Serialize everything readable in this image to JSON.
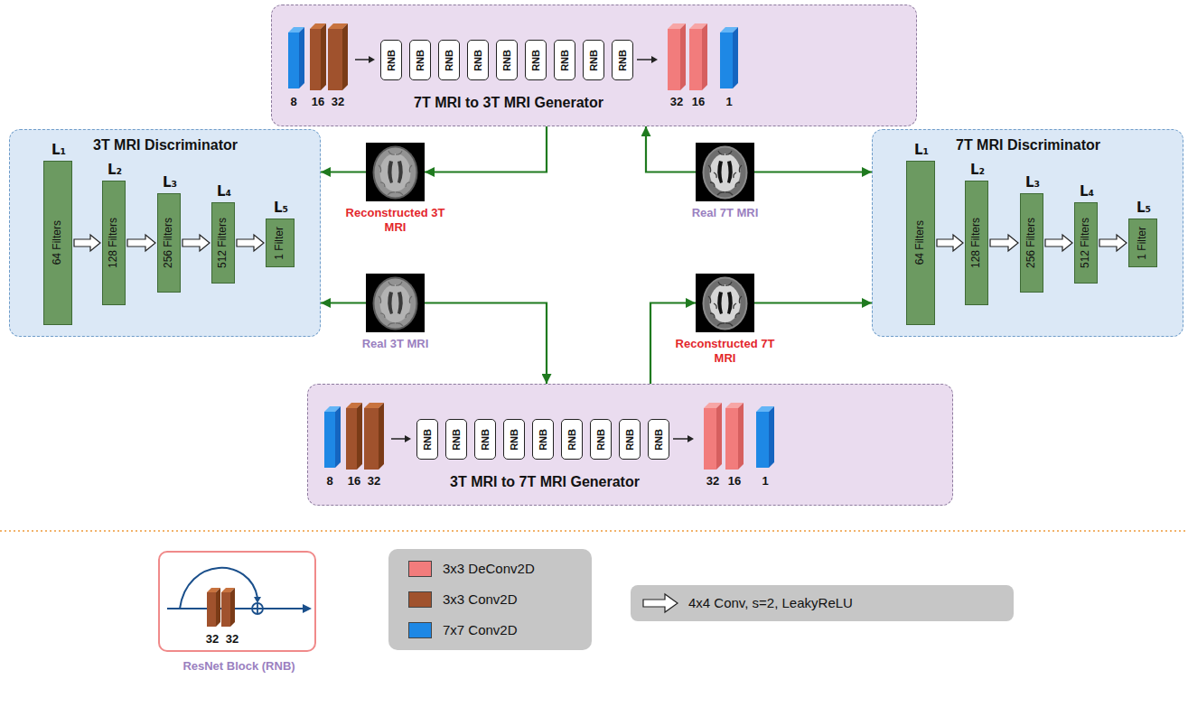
{
  "diagram": {
    "nodes": [
      {
        "text": [
          "8",
          "16",
          "32",
          "7T MRI to 3T MRI Generator",
          "32",
          "16",
          "1"
        ]
      },
      {
        "text": [
          "RNB"
        ],
        "in": 0
      },
      {
        "text": [
          "RNB"
        ],
        "in": 0
      },
      {
        "text": [
          "RNB"
        ],
        "in": 0
      },
      {
        "text": [
          "RNB"
        ],
        "in": 0
      },
      {
        "text": [
          "RNB"
        ],
        "in": 0
      },
      {
        "text": [
          "RNB"
        ],
        "in": 0
      },
      {
        "text": [
          "RNB"
        ],
        "in": 0
      },
      {
        "text": [
          "RNB"
        ],
        "in": 0
      },
      {
        "text": [
          "RNB"
        ],
        "in": 0
      },
      {
        "text": [
          "3T MRI Discriminator"
        ]
      },
      {
        "text": [
          "L₁",
          "64 Filters"
        ],
        "in": 10
      },
      {
        "text": [
          "L₂",
          "128 Filters"
        ],
        "in": 10
      },
      {
        "text": [
          "L₃",
          "256 Filters"
        ],
        "in": 10
      },
      {
        "text": [
          "L₄",
          "512 Filters"
        ],
        "in": 10
      },
      {
        "text": [
          "L₅",
          "1 Filter"
        ],
        "in": 10
      },
      {
        "text": [
          "Reconstructed 3T MRI"
        ]
      },
      {
        "text": [
          "Real 7T MRI"
        ]
      },
      {
        "text": [
          "7T MRI Discriminator"
        ]
      },
      {
        "text": [
          "L₁",
          "64 Filters"
        ],
        "in": 18
      },
      {
        "text": [
          "L₂",
          "128 Filters"
        ],
        "in": 18
      },
      {
        "text": [
          "L₃",
          "256 Filters"
        ],
        "in": 18
      },
      {
        "text": [
          "L₄",
          "512 Filters"
        ],
        "in": 18
      },
      {
        "text": [
          "L₅",
          "1 Filter"
        ],
        "in": 18
      },
      {
        "text": [
          "Real 3T MRI"
        ]
      },
      {
        "text": [
          "Reconstructed 7T MRI"
        ]
      },
      {
        "text": [
          "8",
          "16",
          "32",
          "3T MRI to 7T MRI Generator",
          "32",
          "16",
          "1"
        ]
      },
      {
        "text": [
          "RNB"
        ],
        "in": 26
      },
      {
        "text": [
          "RNB"
        ],
        "in": 26
      },
      {
        "text": [
          "RNB"
        ],
        "in": 26
      },
      {
        "text": [
          "RNB"
        ],
        "in": 26
      },
      {
        "text": [
          "RNB"
        ],
        "in": 26
      },
      {
        "text": [
          "RNB"
        ],
        "in": 26
      },
      {
        "text": [
          "RNB"
        ],
        "in": 26
      },
      {
        "text": [
          "RNB"
        ],
        "in": 26
      },
      {
        "text": [
          "RNB"
        ],
        "in": 26
      },
      {
        "text": [
          "32",
          "32",
          "ResNet Block (RNB)"
        ]
      }
    ],
    "edges": [
      {
        "from": 0,
        "to": 16,
        "arrow": "to"
      },
      {
        "from": 16,
        "to": 10,
        "arrow": "to"
      },
      {
        "from": 17,
        "to": 0,
        "arrow": "to"
      },
      {
        "from": 17,
        "to": 18,
        "arrow": "to"
      },
      {
        "from": 24,
        "to": 10,
        "arrow": "to"
      },
      {
        "from": 24,
        "to": 26,
        "arrow": "to"
      },
      {
        "from": 26,
        "to": 25,
        "arrow": "to"
      },
      {
        "from": 25,
        "to": 18,
        "arrow": "to"
      },
      {
        "from": 11,
        "to": 12,
        "arrow": "to"
      },
      {
        "from": 12,
        "to": 13,
        "arrow": "to"
      },
      {
        "from": 13,
        "to": 14,
        "arrow": "to"
      },
      {
        "from": 14,
        "to": 15,
        "arrow": "to"
      },
      {
        "from": 19,
        "to": 20,
        "arrow": "to"
      },
      {
        "from": 20,
        "to": 21,
        "arrow": "to"
      },
      {
        "from": 21,
        "to": 22,
        "arrow": "to"
      },
      {
        "from": 22,
        "to": 23,
        "arrow": "to"
      }
    ],
    "legend": [
      {
        "text": "3x3 DeConv2D",
        "color": "#f27c7c"
      },
      {
        "text": "3x3 Conv2D",
        "color": "#a0522d"
      },
      {
        "text": "7x7 Conv2D",
        "color": "#1e88e5"
      },
      {
        "text": "4x4 Conv, s=2, LeakyReLU"
      }
    ]
  }
}
